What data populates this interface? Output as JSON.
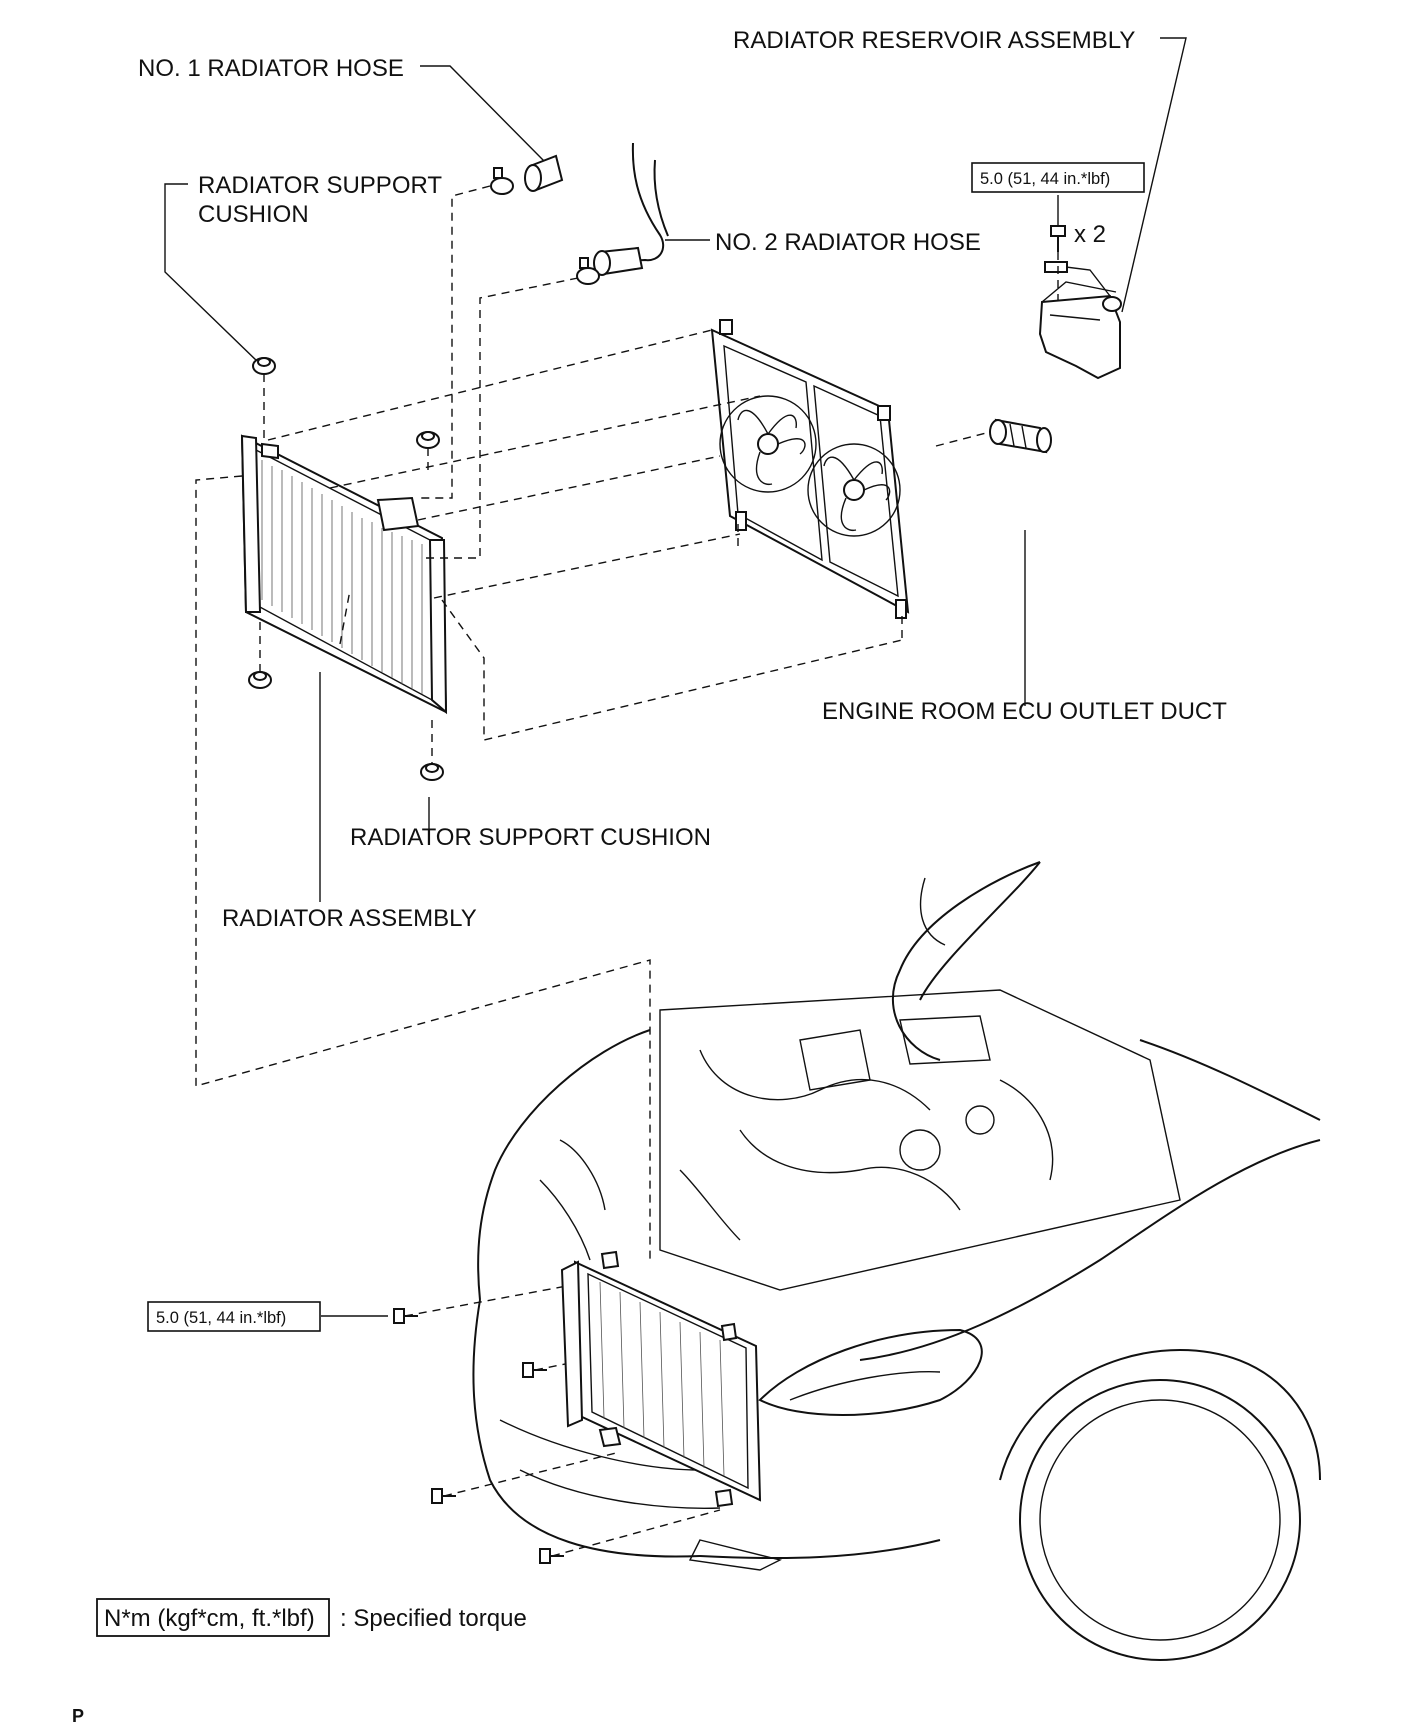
{
  "labels": {
    "no1_radiator_hose": "NO. 1 RADIATOR HOSE",
    "radiator_reservoir_assembly": "RADIATOR RESERVOIR ASSEMBLY",
    "radiator_support_cushion_upper_line1": "RADIATOR SUPPORT",
    "radiator_support_cushion_upper_line2": "CUSHION",
    "no2_radiator_hose": "NO. 2 RADIATOR HOSE",
    "engine_room_ecu_outlet_duct": "ENGINE ROOM ECU OUTLET DUCT",
    "radiator_support_cushion_lower": "RADIATOR SUPPORT CUSHION",
    "radiator_assembly": "RADIATOR ASSEMBLY"
  },
  "torque": {
    "reservoir_bolt": "5.0 (51, 44 in.*lbf)",
    "reservoir_qty": "x 2",
    "condenser_bolt": "5.0 (51, 44 in.*lbf)"
  },
  "legend": {
    "box_text": "N*m (kgf*cm, ft.*lbf)",
    "description": ": Specified torque"
  },
  "footer_code": "P",
  "icons": [
    "bolt-icon",
    "clamp-icon",
    "cushion-icon",
    "fan-icon"
  ]
}
